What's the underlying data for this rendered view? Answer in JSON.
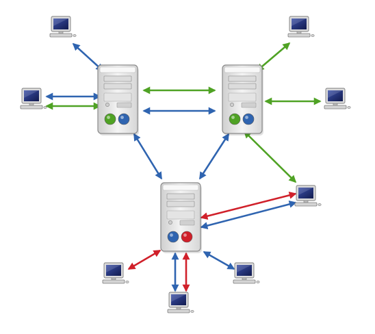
{
  "diagram": {
    "colors": {
      "background": "#ffffff",
      "blue": "#2f64b0",
      "green": "#4fa224",
      "red": "#d0202a",
      "server_body": "#e6e6e6",
      "server_outline": "#8a8a8a",
      "monitor_screen": "#1d2a6b",
      "monitor_frame": "#c8c8c8"
    },
    "servers": [
      {
        "id": "server-left",
        "status_lights": [
          "green",
          "blue"
        ]
      },
      {
        "id": "server-right",
        "status_lights": [
          "green",
          "blue"
        ]
      },
      {
        "id": "server-bottom",
        "status_lights": [
          "blue",
          "red"
        ]
      }
    ],
    "clients": [
      {
        "id": "client-top-left",
        "icon": "computer-icon"
      },
      {
        "id": "client-left",
        "icon": "computer-icon"
      },
      {
        "id": "client-top-right",
        "icon": "computer-icon"
      },
      {
        "id": "client-right",
        "icon": "computer-icon"
      },
      {
        "id": "client-far-right",
        "icon": "computer-icon"
      },
      {
        "id": "client-bottom-left",
        "icon": "computer-icon"
      },
      {
        "id": "client-bottom",
        "icon": "computer-icon"
      },
      {
        "id": "client-bottom-right",
        "icon": "computer-icon"
      }
    ],
    "connections": [
      {
        "from": "client-top-left",
        "to": "server-left",
        "color": "blue"
      },
      {
        "from": "client-left",
        "to": "server-left",
        "color": "blue"
      },
      {
        "from": "client-left",
        "to": "server-left",
        "color": "green"
      },
      {
        "from": "server-left",
        "to": "server-right",
        "color": "green"
      },
      {
        "from": "server-left",
        "to": "server-right",
        "color": "blue"
      },
      {
        "from": "client-top-right",
        "to": "server-right",
        "color": "green"
      },
      {
        "from": "client-right",
        "to": "server-right",
        "color": "green"
      },
      {
        "from": "server-left",
        "to": "server-bottom",
        "color": "blue"
      },
      {
        "from": "server-right",
        "to": "server-bottom",
        "color": "blue"
      },
      {
        "from": "server-right",
        "to": "client-far-right",
        "color": "green"
      },
      {
        "from": "server-bottom",
        "to": "client-far-right",
        "color": "red"
      },
      {
        "from": "server-bottom",
        "to": "client-far-right",
        "color": "blue"
      },
      {
        "from": "server-bottom",
        "to": "client-bottom-left",
        "color": "red"
      },
      {
        "from": "server-bottom",
        "to": "client-bottom",
        "color": "blue"
      },
      {
        "from": "server-bottom",
        "to": "client-bottom",
        "color": "red"
      },
      {
        "from": "server-bottom",
        "to": "client-bottom-right",
        "color": "blue"
      }
    ]
  }
}
